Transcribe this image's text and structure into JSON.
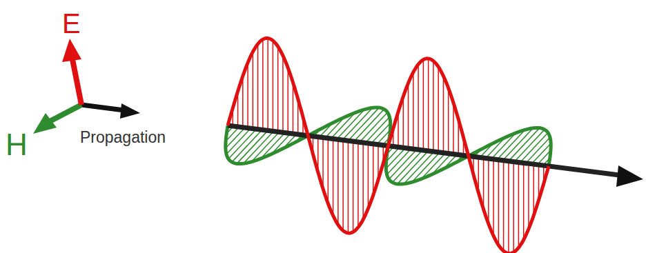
{
  "diagram": {
    "labels": [
      "E",
      "H",
      "Propagation"
    ]
  }
}
